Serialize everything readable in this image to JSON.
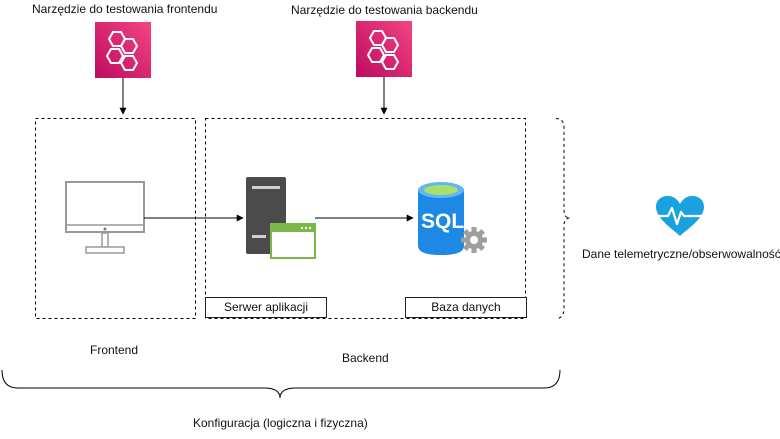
{
  "tools": {
    "frontend_tool_label": "Narzędzie do testowania frontendu",
    "backend_tool_label": "Narzędzie do testowania backendu",
    "tool_icon_color": "#dd3471"
  },
  "groups": {
    "frontend_label": "Frontend",
    "backend_label": "Backend",
    "config_label": "Konfiguracja (logiczna i fizyczna)"
  },
  "components": {
    "app_server_label": "Serwer aplikacji",
    "database_label": "Baza danych",
    "database_icon_text": "SQL"
  },
  "telemetry": {
    "label": "Dane telemetryczne/obserwowalność",
    "icon_color": "#1ba1e2"
  },
  "colors": {
    "sql_blue": "#1e88e5",
    "server_dark": "#4a4a4a",
    "window_green": "#7ab648",
    "monitor_gray": "#9a9a9a"
  }
}
